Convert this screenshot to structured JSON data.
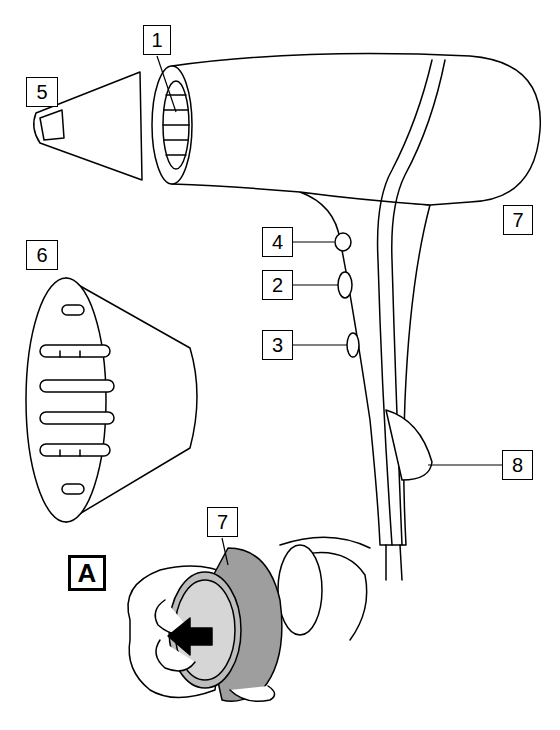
{
  "diagram": {
    "nodes": [
      {
        "text": [
          "1"
        ]
      },
      {
        "text": [
          "5"
        ]
      },
      {
        "text": [
          "7"
        ]
      },
      {
        "text": [
          "4"
        ]
      },
      {
        "text": [
          "6"
        ]
      },
      {
        "text": [
          "2"
        ]
      },
      {
        "text": [
          "3"
        ]
      },
      {
        "text": [
          "8"
        ]
      },
      {
        "text": [
          "7"
        ]
      },
      {
        "text": [
          "A"
        ]
      }
    ]
  }
}
